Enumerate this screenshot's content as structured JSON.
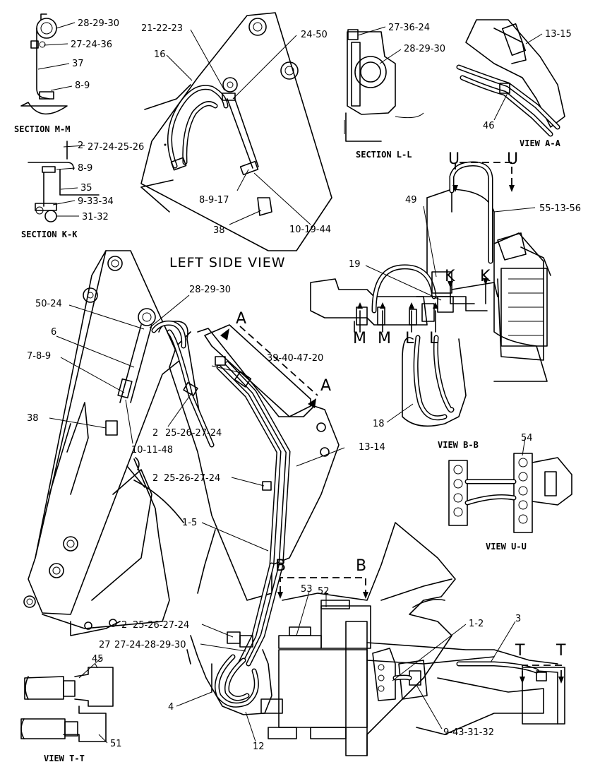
{
  "titles": {
    "left_side_view": "LEFT SIDE VIEW",
    "section_mm": "SECTION M-M",
    "section_kk": "SECTION K-K",
    "section_ll": "SECTION L-L",
    "view_aa": "VIEW A-A",
    "view_bb": "VIEW B-B",
    "view_uu": "VIEW U-U",
    "view_tt": "VIEW T-T"
  },
  "letters": {
    "a1": "A",
    "a2": "A",
    "b1": "B",
    "b2": "B",
    "u1": "U",
    "u2": "U",
    "k1": "K",
    "k2": "K",
    "m1": "M",
    "m2": "M",
    "l1": "L",
    "l2": "L",
    "t1": "T",
    "t2": "T"
  },
  "callouts": {
    "c01": "28-29-30",
    "c02": "27-24-36",
    "c03": "37",
    "c04": "8-9",
    "c05": "2",
    "c06": "27-24-25-26",
    "c07": "8-9",
    "c08": "35",
    "c09": "9-33-34",
    "c10": "31-32",
    "c11": "21-22-23",
    "c12": "24-50",
    "c13": "16",
    "c14": "8-9-17",
    "c15": "38",
    "c16": "10-19-44",
    "c17": "27-36-24",
    "c18": "28-29-30",
    "c19": "13-15",
    "c20": "46",
    "c21": "49",
    "c22": "55-13-56",
    "c23": "19",
    "c24": "28-29-30",
    "c25": "50-24",
    "c26": "6",
    "c27": "7-8-9",
    "c28": "39-40-47-20",
    "c29": "38",
    "c30": "10-11-48",
    "c31": "2",
    "c32": "25-26-27-24",
    "c33": "2",
    "c34": "25-26-27-24",
    "c35": "13-14",
    "c36": "18",
    "c37": "54",
    "c38": "1-5",
    "c39": "53",
    "c40": "52",
    "c41": "1-2",
    "c42": "3",
    "c43": "2",
    "c44": "25-26-27-24",
    "c45": "27",
    "c46": "27-24-28-29-30",
    "c47": "45",
    "c48": "4",
    "c49": "12",
    "c50": "9-43-31-32",
    "c51": "51"
  }
}
